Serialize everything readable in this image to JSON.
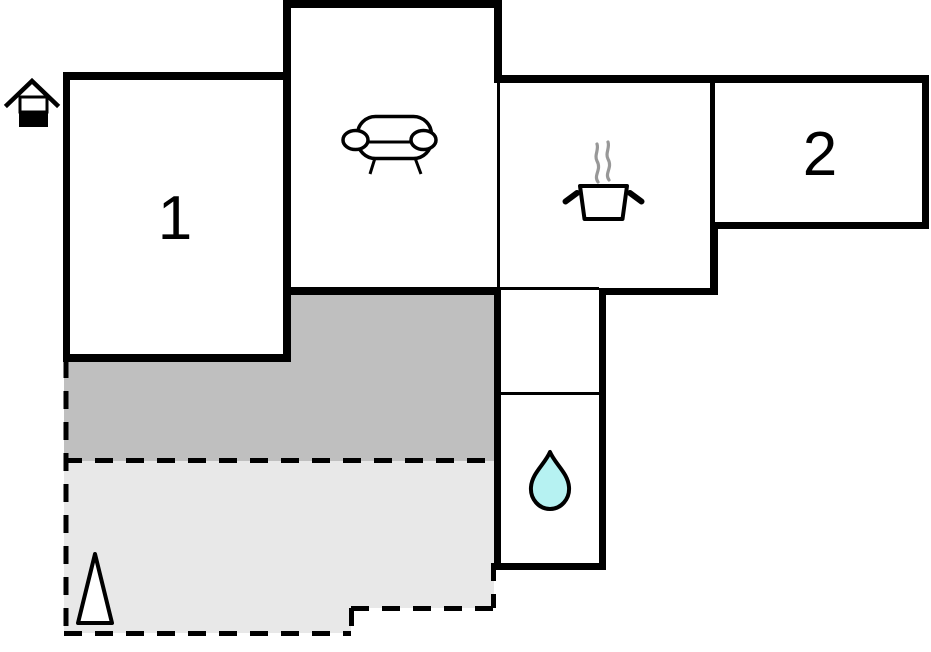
{
  "rooms": {
    "bedroom1": {
      "label": "1"
    },
    "bedroom2": {
      "label": "2"
    },
    "living_room": {
      "label": ""
    },
    "kitchen": {
      "label": ""
    },
    "hallway": {
      "label": ""
    },
    "bathroom": {
      "label": ""
    }
  },
  "icons": [
    {
      "name": "entrance-icon",
      "depicts": "house entrance marker"
    },
    {
      "name": "sofa-icon",
      "depicts": "sofa in living room"
    },
    {
      "name": "cooking-pot-icon",
      "depicts": "steaming cooking pot in kitchen"
    },
    {
      "name": "water-drop-icon",
      "depicts": "water drop in bathroom"
    },
    {
      "name": "tree-icon",
      "depicts": "tree in garden terrace"
    }
  ],
  "colors": {
    "wall": "#000000",
    "room_fill": "#ffffff",
    "terrace_covered": "#bfbfbf",
    "terrace_open": "#e8e8e8",
    "water_drop_fill": "#b6f2f2",
    "steam": "#989898",
    "background": "#ffffff"
  }
}
